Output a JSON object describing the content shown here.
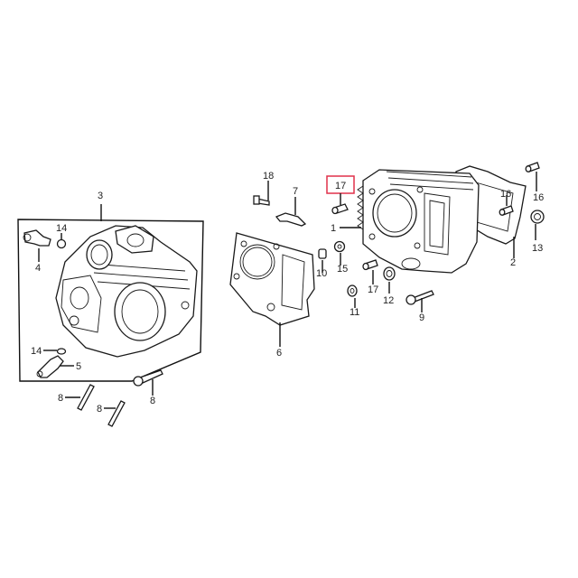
{
  "diagram": {
    "type": "exploded-parts-diagram",
    "subject": "engine cylinder head and cylinder assembly",
    "highlight_color": "#e0304a",
    "highlighted_part": "17",
    "callouts": [
      {
        "id": "c3",
        "label": "3",
        "part": "cylinder-head"
      },
      {
        "id": "c14a",
        "label": "14",
        "part": "o-ring"
      },
      {
        "id": "c4",
        "label": "4",
        "part": "fitting"
      },
      {
        "id": "c14b",
        "label": "14",
        "part": "o-ring"
      },
      {
        "id": "c5",
        "label": "5",
        "part": "fitting"
      },
      {
        "id": "c8a",
        "label": "8",
        "part": "stud"
      },
      {
        "id": "c8b",
        "label": "8",
        "part": "stud"
      },
      {
        "id": "c9a",
        "label": "9",
        "part": "bolt"
      },
      {
        "id": "c18",
        "label": "18",
        "part": "bolt"
      },
      {
        "id": "c7",
        "label": "7",
        "part": "bracket"
      },
      {
        "id": "c6",
        "label": "6",
        "part": "cylinder-head-gasket"
      },
      {
        "id": "c10",
        "label": "10",
        "part": "plug"
      },
      {
        "id": "c15",
        "label": "15",
        "part": "washer"
      },
      {
        "id": "c17a",
        "label": "17",
        "part": "dowel-pin",
        "highlighted": true
      },
      {
        "id": "c1",
        "label": "1",
        "part": "cylinder"
      },
      {
        "id": "c11",
        "label": "11",
        "part": "washer"
      },
      {
        "id": "c17b",
        "label": "17",
        "part": "dowel-pin"
      },
      {
        "id": "c12",
        "label": "12",
        "part": "seal"
      },
      {
        "id": "c9b",
        "label": "9",
        "part": "bolt"
      },
      {
        "id": "c16a",
        "label": "16",
        "part": "dowel-pin"
      },
      {
        "id": "c16b",
        "label": "16",
        "part": "dowel-pin"
      },
      {
        "id": "c2",
        "label": "2",
        "part": "cylinder-gasket"
      },
      {
        "id": "c13",
        "label": "13",
        "part": "seal"
      }
    ]
  }
}
